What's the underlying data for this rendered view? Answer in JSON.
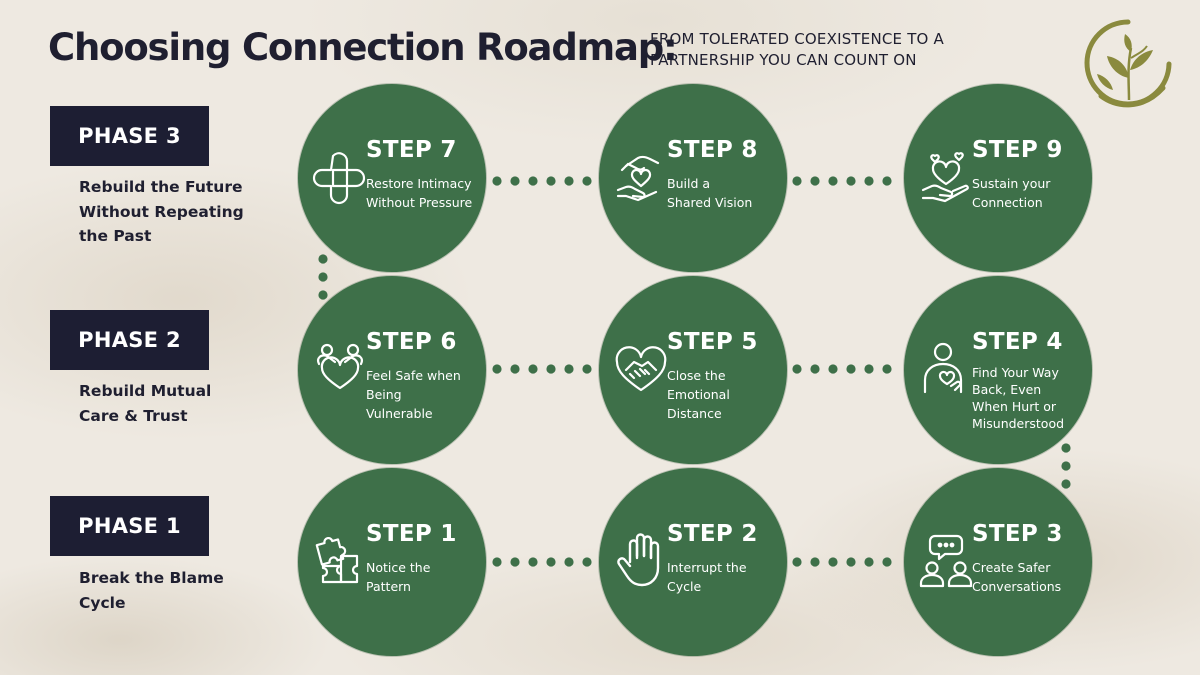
{
  "header": {
    "title": "Choosing Connection Roadmap:",
    "subtitle": "FROM TOLERATED COEXISTENCE TO A PARTNERSHIP YOU CAN COUNT ON"
  },
  "colors": {
    "circle": "#3e7049",
    "badge": "#1d1e33",
    "dots": "#3e7049",
    "logo": "#8a8a3e"
  },
  "phases": [
    {
      "label": "PHASE 3",
      "description": "Rebuild the Future Without Repeating the Past"
    },
    {
      "label": "PHASE 2",
      "description": "Rebuild Mutual Care & Trust"
    },
    {
      "label": "PHASE 1",
      "description": "Break the Blame Cycle"
    }
  ],
  "steps": [
    {
      "title": "STEP 1",
      "text": "Notice the\nPattern",
      "icon": "puzzle-icon"
    },
    {
      "title": "STEP 2",
      "text": "Interrupt the\nCycle",
      "icon": "stop-hand-icon"
    },
    {
      "title": "STEP 3",
      "text": "Create Safer\nConversations",
      "icon": "people-chat-icon"
    },
    {
      "title": "STEP 4",
      "text": "Find Your Way\nBack, Even\nWhen Hurt or\nMisunderstood",
      "icon": "person-hand-heart-icon"
    },
    {
      "title": "STEP 5",
      "text": "Close the\nEmotional\nDistance",
      "icon": "heart-handshake-icon"
    },
    {
      "title": "STEP 6",
      "text": "Feel Safe when\nBeing\nVulnerable",
      "icon": "embrace-heart-icon"
    },
    {
      "title": "STEP 7",
      "text": "Restore Intimacy\nWithout Pressure",
      "icon": "bandage-heart-icon"
    },
    {
      "title": "STEP 8",
      "text": "Build a\nShared Vision",
      "icon": "hands-heart-icon"
    },
    {
      "title": "STEP 9",
      "text": "Sustain your\nConnection",
      "icon": "hand-heart-icon"
    }
  ]
}
